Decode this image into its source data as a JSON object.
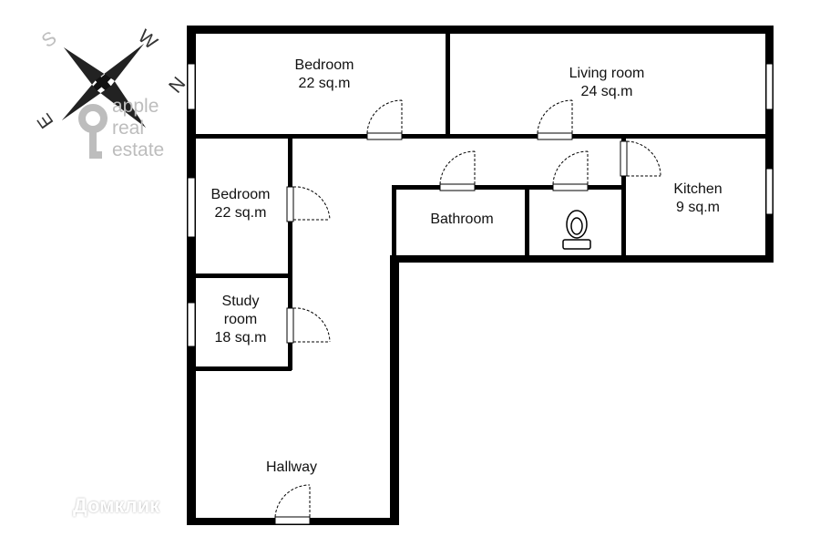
{
  "compass": {
    "s": "S",
    "w": "W",
    "e": "E",
    "n": "N"
  },
  "watermark": {
    "brand_line1": "apple",
    "brand_line2": "real",
    "brand_line3": "estate",
    "footer": "Домклик"
  },
  "rooms": [
    {
      "name": "Bedroom",
      "area": "22 sq.m"
    },
    {
      "name": "Living room",
      "area": "24 sq.m"
    },
    {
      "name": "Bedroom",
      "area": "22 sq.m"
    },
    {
      "name": "Kitchen",
      "area": "9 sq.m"
    },
    {
      "name": "Bathroom",
      "area": ""
    },
    {
      "name": "Study room",
      "area": "18 sq.m"
    },
    {
      "name": "Hallway",
      "area": ""
    }
  ],
  "colors": {
    "wall": "#000000",
    "watermark": "#bdbdbd"
  }
}
